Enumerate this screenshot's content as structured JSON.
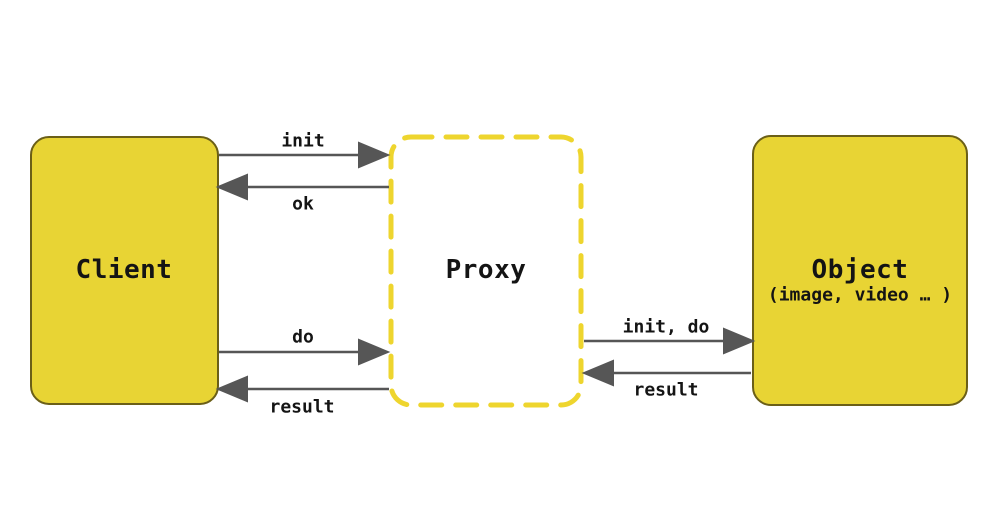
{
  "diagram": {
    "type": "proxy-pattern",
    "nodes": {
      "client": {
        "label": "Client"
      },
      "proxy": {
        "label": "Proxy"
      },
      "object": {
        "label": "Object",
        "sublabel": "(image, video … )"
      }
    },
    "messages": {
      "client_proxy": [
        {
          "label": "init",
          "direction": "client-to-proxy"
        },
        {
          "label": "ok",
          "direction": "proxy-to-client"
        },
        {
          "label": "do",
          "direction": "client-to-proxy"
        },
        {
          "label": "result",
          "direction": "proxy-to-client"
        }
      ],
      "proxy_object": [
        {
          "label": "init, do",
          "direction": "proxy-to-object"
        },
        {
          "label": "result",
          "direction": "object-to-proxy"
        }
      ]
    },
    "colors": {
      "box_fill": "#e8d434",
      "box_border": "#6b5f17",
      "proxy_dash": "#eed52e",
      "arrow": "#565656",
      "text": "#141414",
      "background": "#ffffff"
    }
  }
}
